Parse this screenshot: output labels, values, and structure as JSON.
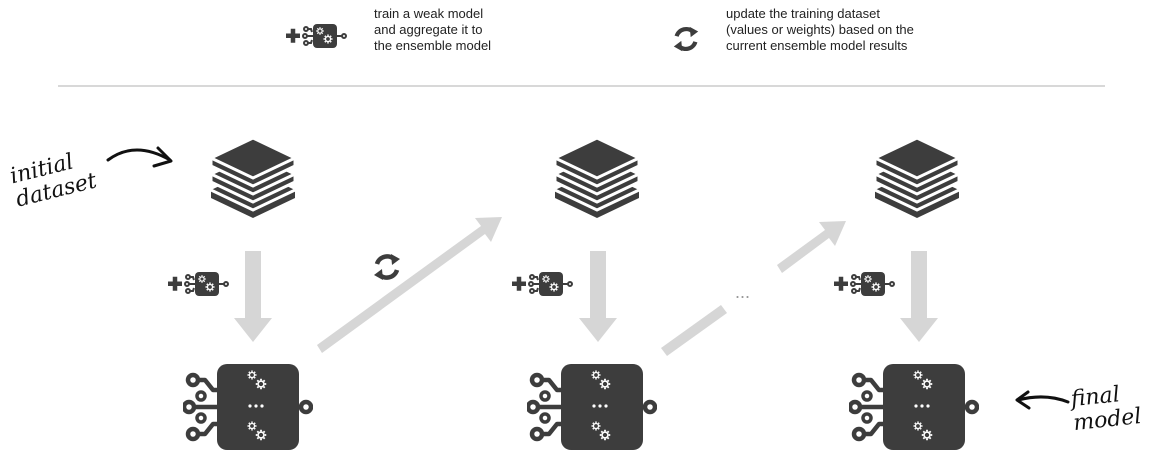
{
  "legend": {
    "train_text": "train a weak model\nand aggregate it to\nthe ensemble model",
    "update_text": "update the training dataset\n(values or weights) based on the\ncurrent ensemble model results"
  },
  "annotations": {
    "initial_dataset": "initial\ndataset",
    "final_model": "final\nmodel",
    "ellipsis": "..."
  },
  "icons": {
    "dataset": "stacked-layers-icon",
    "weak_model": "plus-gear-module-icon",
    "update": "circular-refresh-icon",
    "ensemble_model": "ensemble-gears-chip-icon"
  },
  "colors": {
    "icon_dark": "#3d3d3d",
    "arrow_gray": "#d6d6d6",
    "divider": "#cccccc",
    "text": "#222222"
  }
}
